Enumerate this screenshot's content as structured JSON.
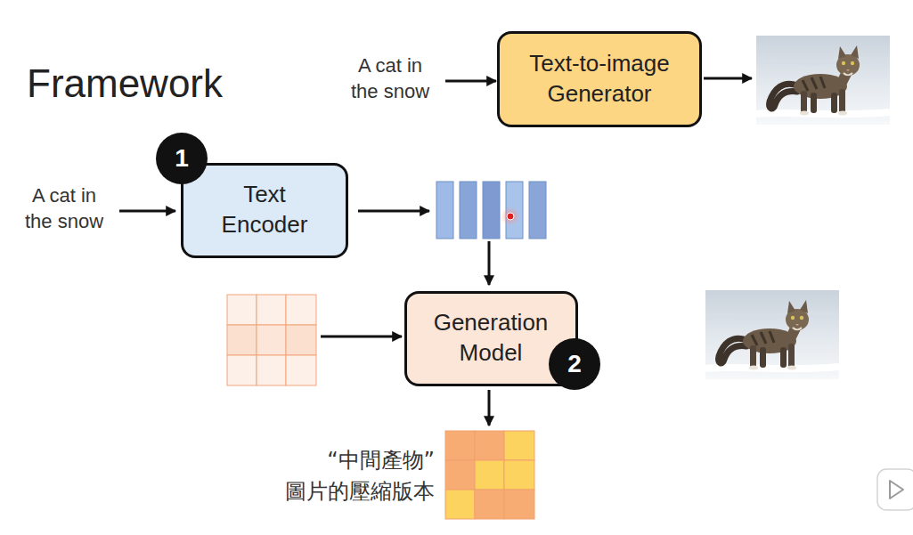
{
  "diagram": {
    "title": "Framework",
    "nodes": [
      {
        "text": [
          "Text-to-image Generator"
        ]
      },
      {
        "text": [
          "Text Encoder"
        ]
      },
      {
        "text": [
          "Generation Model"
        ]
      }
    ],
    "labels": [
      "A cat in the snow",
      "A cat in the snow",
      "1",
      "2",
      "“中間產物” 圖片的壓縮版本"
    ]
  }
}
